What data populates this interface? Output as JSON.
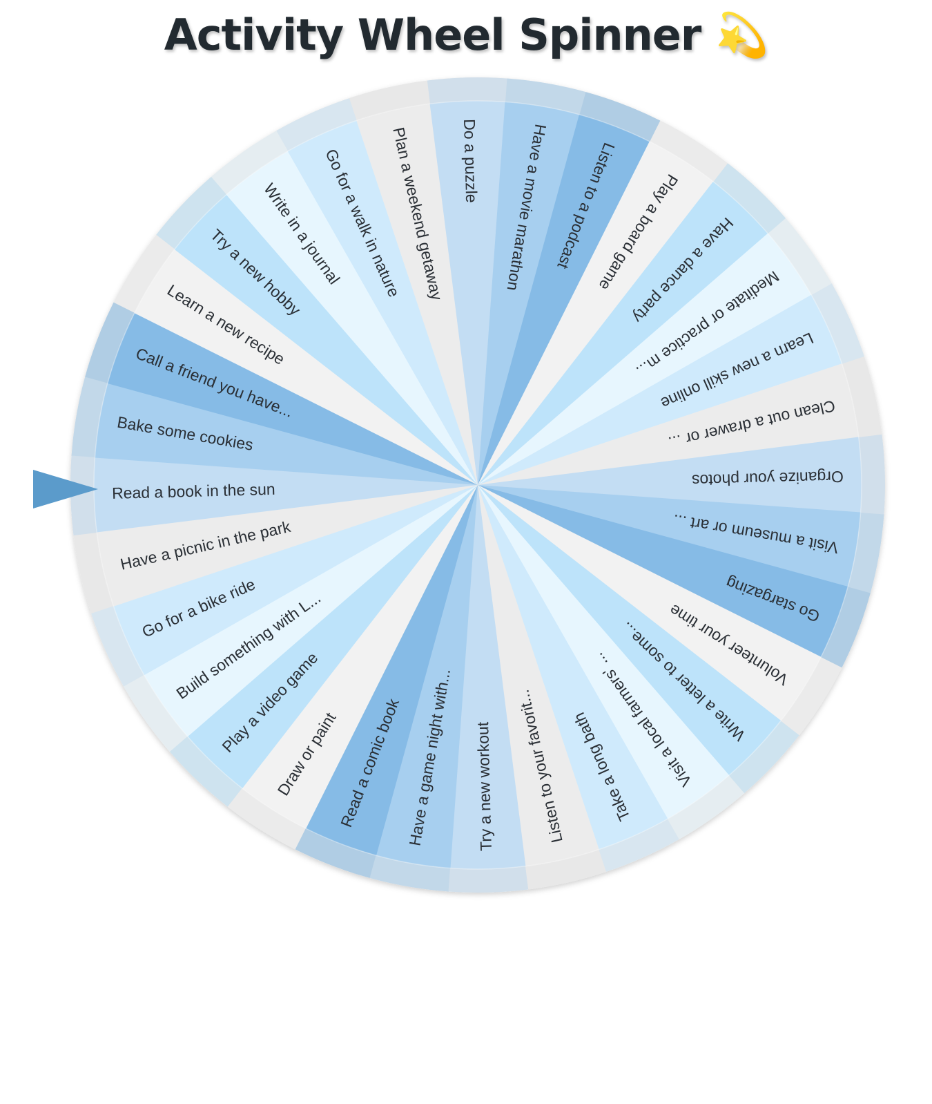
{
  "app": {
    "title": "Activity Wheel Spinner",
    "title_icon": "dizzy-star-icon"
  },
  "wheel": {
    "selected_index": 0,
    "pointer_color": "#5b9bcb",
    "rim_color": "#e3e3e3",
    "segments": [
      {
        "label": "Read a book in the sun",
        "color": "#c3ddf3"
      },
      {
        "label": "Bake some cookies",
        "color": "#a7cfef"
      },
      {
        "label": "Call a friend you have...",
        "color": "#86bbe6"
      },
      {
        "label": "Learn a new recipe",
        "color": "#f2f2f2"
      },
      {
        "label": "Try a new hobby",
        "color": "#bde3fa"
      },
      {
        "label": "Write in a journal",
        "color": "#e7f6fe"
      },
      {
        "label": "Go for a walk in nature",
        "color": "#cfeafc"
      },
      {
        "label": "Plan a weekend getaway",
        "color": "#ececec"
      },
      {
        "label": "Do a puzzle",
        "color": "#c3ddf3"
      },
      {
        "label": "Have a movie marathon",
        "color": "#a7cfef"
      },
      {
        "label": "Listen to a podcast",
        "color": "#86bbe6"
      },
      {
        "label": "Play a board game",
        "color": "#f2f2f2"
      },
      {
        "label": "Have a dance party",
        "color": "#bde3fa"
      },
      {
        "label": "Meditate or practice m...",
        "color": "#e7f6fe"
      },
      {
        "label": "Learn a new skill online",
        "color": "#cfeafc"
      },
      {
        "label": "Clean out a drawer or ...",
        "color": "#ececec"
      },
      {
        "label": "Organize your photos",
        "color": "#c3ddf3"
      },
      {
        "label": "Visit a museum or art ...",
        "color": "#a7cfef"
      },
      {
        "label": "Go stargazing",
        "color": "#86bbe6"
      },
      {
        "label": "Volunteer your time",
        "color": "#f2f2f2"
      },
      {
        "label": "Write a letter to some...",
        "color": "#bde3fa"
      },
      {
        "label": "Visit a local farmers' ...",
        "color": "#e7f6fe"
      },
      {
        "label": "Take a long bath",
        "color": "#cfeafc"
      },
      {
        "label": "Listen to your favorit...",
        "color": "#ececec"
      },
      {
        "label": "Try a new workout",
        "color": "#c3ddf3"
      },
      {
        "label": "Have a game night with...",
        "color": "#a7cfef"
      },
      {
        "label": "Read a comic book",
        "color": "#86bbe6"
      },
      {
        "label": "Draw or paint",
        "color": "#f2f2f2"
      },
      {
        "label": "Play a video game",
        "color": "#bde3fa"
      },
      {
        "label": "Build something with L...",
        "color": "#e7f6fe"
      },
      {
        "label": "Go for a bike ride",
        "color": "#cfeafc"
      },
      {
        "label": "Have a picnic in the park",
        "color": "#ececec"
      }
    ]
  }
}
